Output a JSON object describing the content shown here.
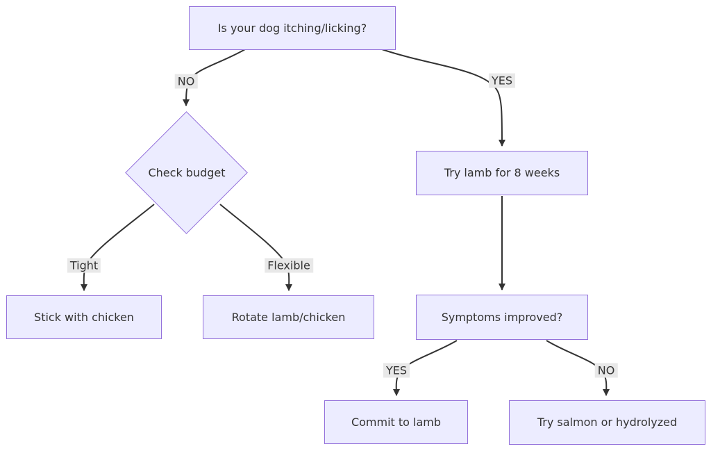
{
  "diagram": {
    "type": "flowchart",
    "direction": "top-down",
    "nodes": {
      "question": {
        "label": "Is your dog itching/licking?",
        "shape": "rectangle"
      },
      "budget": {
        "label": "Check budget",
        "shape": "diamond"
      },
      "lamb": {
        "label": "Try lamb for 8 weeks",
        "shape": "rectangle"
      },
      "symptoms": {
        "label": "Symptoms improved?",
        "shape": "rectangle"
      },
      "chicken": {
        "label": "Stick with chicken",
        "shape": "rectangle"
      },
      "rotate": {
        "label": "Rotate lamb/chicken",
        "shape": "rectangle"
      },
      "commit": {
        "label": "Commit to lamb",
        "shape": "rectangle"
      },
      "salmon": {
        "label": "Try salmon or hydrolyzed",
        "shape": "rectangle"
      }
    },
    "edges": [
      {
        "from": "question",
        "to": "budget",
        "label": "NO"
      },
      {
        "from": "question",
        "to": "lamb",
        "label": "YES"
      },
      {
        "from": "budget",
        "to": "chicken",
        "label": "Tight"
      },
      {
        "from": "budget",
        "to": "rotate",
        "label": "Flexible"
      },
      {
        "from": "lamb",
        "to": "symptoms",
        "label": ""
      },
      {
        "from": "symptoms",
        "to": "commit",
        "label": "YES"
      },
      {
        "from": "symptoms",
        "to": "salmon",
        "label": "NO"
      }
    ],
    "colors": {
      "node_fill": "#ECECFF",
      "node_border": "#9370DB",
      "edge_line": "#333333",
      "edge_label_bg": "#e8e8e8",
      "text": "#333333",
      "background": "#ffffff"
    }
  }
}
